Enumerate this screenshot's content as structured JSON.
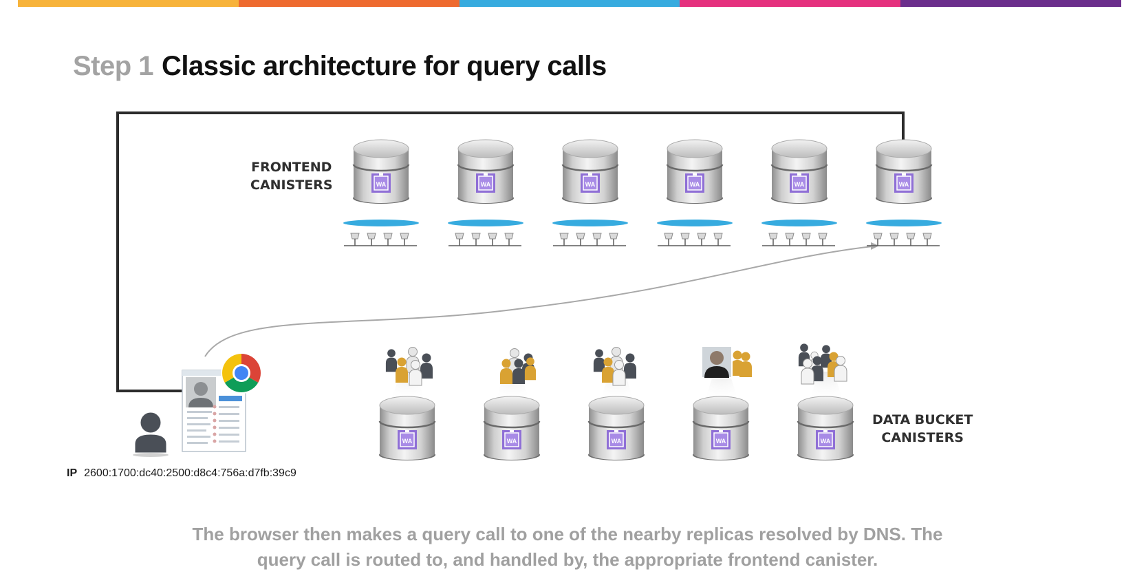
{
  "stripe_colors": [
    "#f7b33b",
    "#ee6a2f",
    "#37abdf",
    "#e5317e",
    "#6b2e8c"
  ],
  "title": {
    "step": "Step 1",
    "main": "Classic architecture for query calls"
  },
  "frontend_label": {
    "line1": "FRONTEND",
    "line2": "CANISTERS"
  },
  "data_bucket_label": {
    "line1": "DATA BUCKET",
    "line2": "CANISTERS"
  },
  "canister_badge": "WA",
  "ip": {
    "label": "IP",
    "value": "2600:1700:dc40:2500:d8c4:756a:d7fb:39c9"
  },
  "caption": {
    "line1": "The browser then makes a query call to one of the nearby replicas resolved by DNS. The",
    "line2": "query call is routed to, and handled by, the appropriate frontend canister."
  },
  "colors": {
    "badge_purple": "#8f6fd6",
    "node_blue": "#37abdf",
    "arrow": "#2b2b2b",
    "user": "#4a4f57"
  },
  "icons": [
    "canister-icon",
    "subnet-node-icon",
    "user-icon",
    "browser-icon",
    "people-group-icon",
    "arrow-icon"
  ]
}
